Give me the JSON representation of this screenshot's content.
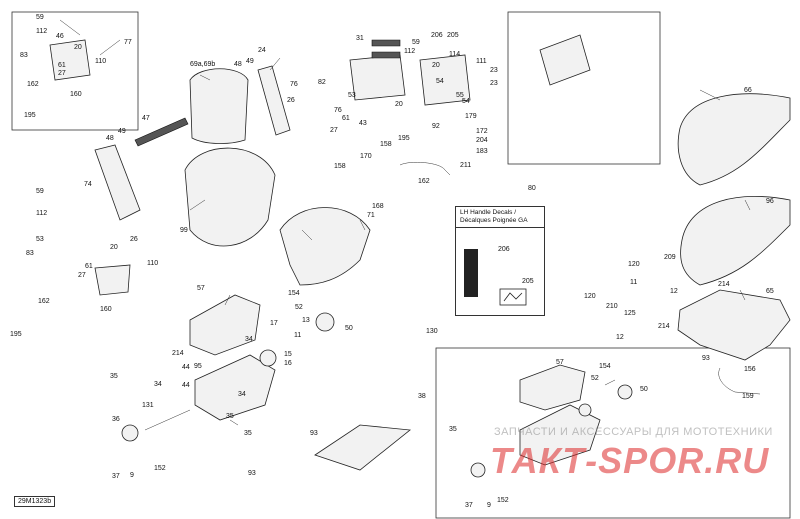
{
  "drawing_id": "29M1323b",
  "decal_box": {
    "title_line1": "LH Handle Decals /",
    "title_line2": "Décalques Poignée GA",
    "label_a": "206",
    "label_b": "205"
  },
  "watermark": {
    "line": "ЗАПЧАСТИ И АКСЕССУАРЫ ДЛЯ МОТОТЕХНИКИ",
    "logo": "ТАКТ-SPOR.RU"
  },
  "inset_labels": [
    "77",
    "80",
    "130"
  ],
  "part_labels": [
    {
      "t": "59"
    },
    {
      "t": "112"
    },
    {
      "t": "46"
    },
    {
      "t": "20"
    },
    {
      "t": "110"
    },
    {
      "t": "83"
    },
    {
      "t": "61"
    },
    {
      "t": "27"
    },
    {
      "t": "162"
    },
    {
      "t": "160"
    },
    {
      "t": "195"
    },
    {
      "t": "69a,69b"
    },
    {
      "t": "48"
    },
    {
      "t": "49"
    },
    {
      "t": "24"
    },
    {
      "t": "76"
    },
    {
      "t": "26"
    },
    {
      "t": "47"
    },
    {
      "t": "48"
    },
    {
      "t": "49"
    },
    {
      "t": "74"
    },
    {
      "t": "99"
    },
    {
      "t": "59"
    },
    {
      "t": "112"
    },
    {
      "t": "53"
    },
    {
      "t": "26"
    },
    {
      "t": "20"
    },
    {
      "t": "83"
    },
    {
      "t": "61"
    },
    {
      "t": "27"
    },
    {
      "t": "110"
    },
    {
      "t": "162"
    },
    {
      "t": "160"
    },
    {
      "t": "195"
    },
    {
      "t": "31"
    },
    {
      "t": "206"
    },
    {
      "t": "205"
    },
    {
      "t": "59"
    },
    {
      "t": "112"
    },
    {
      "t": "114"
    },
    {
      "t": "111"
    },
    {
      "t": "20"
    },
    {
      "t": "23"
    },
    {
      "t": "23"
    },
    {
      "t": "82"
    },
    {
      "t": "53"
    },
    {
      "t": "54"
    },
    {
      "t": "55"
    },
    {
      "t": "54"
    },
    {
      "t": "20"
    },
    {
      "t": "76"
    },
    {
      "t": "61"
    },
    {
      "t": "27"
    },
    {
      "t": "43"
    },
    {
      "t": "179"
    },
    {
      "t": "195"
    },
    {
      "t": "92"
    },
    {
      "t": "172"
    },
    {
      "t": "204"
    },
    {
      "t": "183"
    },
    {
      "t": "211"
    },
    {
      "t": "158"
    },
    {
      "t": "170"
    },
    {
      "t": "162"
    },
    {
      "t": "168"
    },
    {
      "t": "71"
    },
    {
      "t": "158"
    },
    {
      "t": "66"
    },
    {
      "t": "96"
    },
    {
      "t": "120"
    },
    {
      "t": "209"
    },
    {
      "t": "11"
    },
    {
      "t": "120"
    },
    {
      "t": "12"
    },
    {
      "t": "125"
    },
    {
      "t": "210"
    },
    {
      "t": "12"
    },
    {
      "t": "214"
    },
    {
      "t": "65"
    },
    {
      "t": "214"
    },
    {
      "t": "93"
    },
    {
      "t": "156"
    },
    {
      "t": "159"
    },
    {
      "t": "57"
    },
    {
      "t": "154"
    },
    {
      "t": "52"
    },
    {
      "t": "13"
    },
    {
      "t": "50"
    },
    {
      "t": "214"
    },
    {
      "t": "95"
    },
    {
      "t": "44"
    },
    {
      "t": "34"
    },
    {
      "t": "17"
    },
    {
      "t": "11"
    },
    {
      "t": "44"
    },
    {
      "t": "35"
    },
    {
      "t": "34"
    },
    {
      "t": "15"
    },
    {
      "t": "16"
    },
    {
      "t": "35"
    },
    {
      "t": "131"
    },
    {
      "t": "34"
    },
    {
      "t": "35"
    },
    {
      "t": "38"
    },
    {
      "t": "93"
    },
    {
      "t": "93"
    },
    {
      "t": "36"
    },
    {
      "t": "37"
    },
    {
      "t": "9"
    },
    {
      "t": "152"
    },
    {
      "t": "57"
    },
    {
      "t": "154"
    },
    {
      "t": "52"
    },
    {
      "t": "50"
    },
    {
      "t": "35"
    },
    {
      "t": "37"
    },
    {
      "t": "9"
    },
    {
      "t": "152"
    }
  ]
}
